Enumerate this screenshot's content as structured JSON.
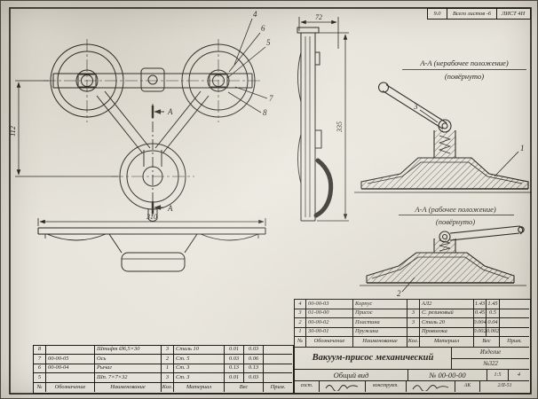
{
  "stamp": {
    "num": "9.0",
    "total": "Всего листов -6",
    "sheet": "ЛИСТ 4Н"
  },
  "labels": {
    "section_nonworking_title": "А-А (нерабочее положение)",
    "section_nonworking_sub": "(повёрнуто)",
    "section_working_title": "А-А (рабочее положение)",
    "section_working_sub": "(повёрнуто)"
  },
  "dims": {
    "bar_width": "72",
    "side_height": "335",
    "plate_length": "310",
    "left_height": "112"
  },
  "callouts": {
    "n1": "1",
    "n2": "2",
    "n3": "3",
    "n4": "4",
    "n5": "5",
    "n6": "6",
    "n7": "7",
    "n8": "8",
    "section_letter": "А"
  },
  "left_table": {
    "header": [
      "№",
      "Обозначение",
      "Наименование",
      "Кол.",
      "Материал",
      "Вес",
      "Прим."
    ],
    "rows": [
      [
        "8",
        "",
        "Штифт Ø6,5×30",
        "3",
        "Сталь 10",
        "0.01",
        "0.03",
        ""
      ],
      [
        "7",
        "00-00-05",
        "Ось",
        "2",
        "Ст. 5",
        "0.03",
        "0.06",
        ""
      ],
      [
        "6",
        "00-00-04",
        "Рычаг",
        "1",
        "Ст. 3",
        "0.13",
        "0.13",
        ""
      ],
      [
        "5",
        "",
        "Шп. 7×7×32",
        "3",
        "Ст. 3",
        "0.01",
        "0.03",
        ""
      ]
    ]
  },
  "title_block": {
    "header": [
      "№",
      "Обозначение",
      "Наименование",
      "Кол.",
      "Материал",
      "Вес",
      "Прим."
    ],
    "rows": [
      [
        "4",
        "00-00-03",
        "Корпус",
        "",
        "АЛ2",
        "1.43",
        "1.45",
        ""
      ],
      [
        "3",
        "01-00-00",
        "Присос",
        "3",
        "С. резиновый",
        "0.45",
        "0.5",
        ""
      ],
      [
        "2",
        "00-00-02",
        "Пластина",
        "3",
        "Сталь 20",
        "0.004",
        "0.04",
        ""
      ],
      [
        "1",
        "30-00-01",
        "Пружина",
        "",
        "Проволока",
        "0.002",
        "0.002",
        ""
      ]
    ],
    "product_title": "Вакуум-присос механический",
    "product_label": "Изделие",
    "product_number": "№322",
    "doc_type": "Общий вид",
    "doc_number": "№ 00-00-00",
    "scale": "1:5",
    "sheet_no": "4",
    "sig_label_1": "сост.",
    "sig_label_2": "конструкт.",
    "sig_stamp": "АК",
    "sig_date": "2/II-51"
  }
}
